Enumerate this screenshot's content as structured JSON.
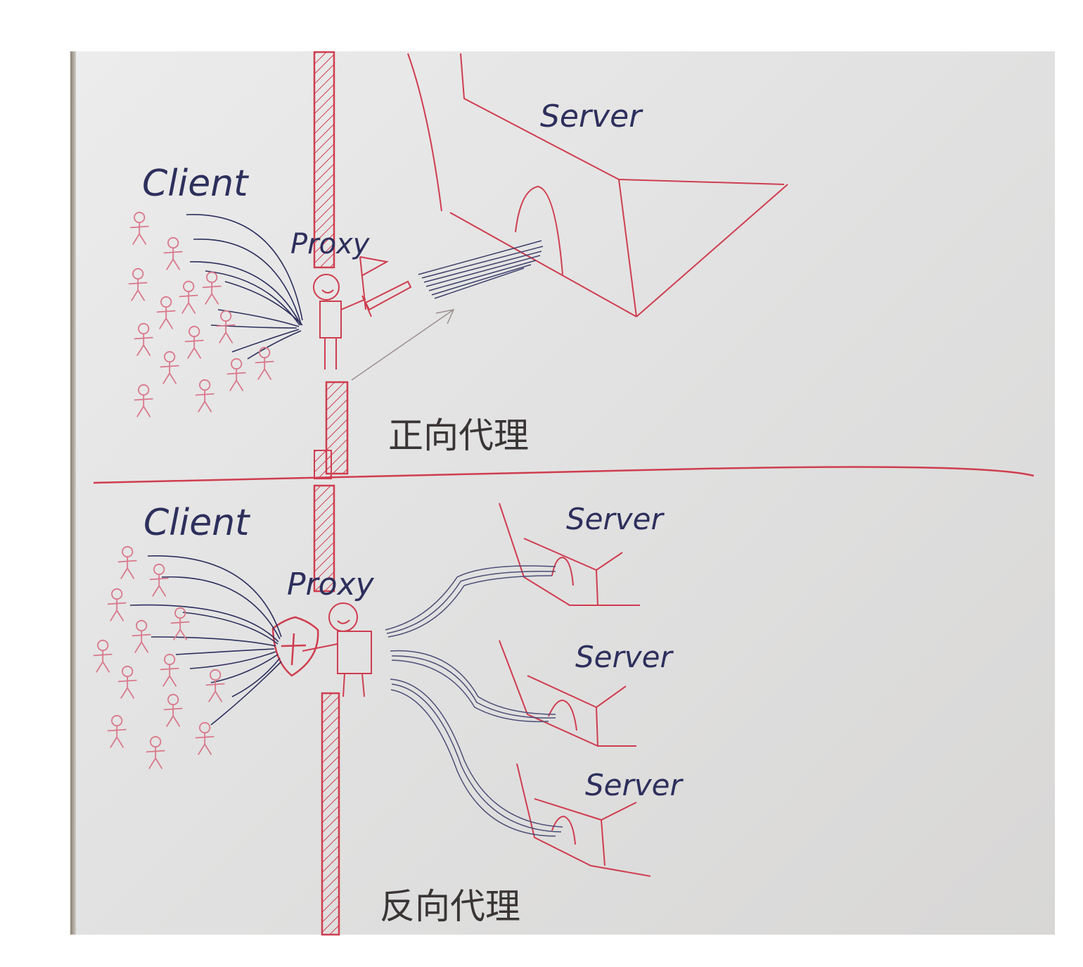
{
  "forward": {
    "client_label": "Client",
    "proxy_label": "Proxy",
    "server_label": "Server",
    "caption": "正向代理"
  },
  "reverse": {
    "client_label": "Client",
    "proxy_label": "Proxy",
    "server_labels": [
      "Server",
      "Server",
      "Server"
    ],
    "caption": "反向代理"
  },
  "colors": {
    "red_ink": "#cf3d4f",
    "blue_ink": "#2d2f5c",
    "pink_people": "#d9788a",
    "paper": "#e4e3e2"
  },
  "icons": {
    "forward_proxy_weapon": "sword-icon",
    "forward_proxy_flag": "flag-icon",
    "reverse_proxy_shield": "shield-icon"
  }
}
